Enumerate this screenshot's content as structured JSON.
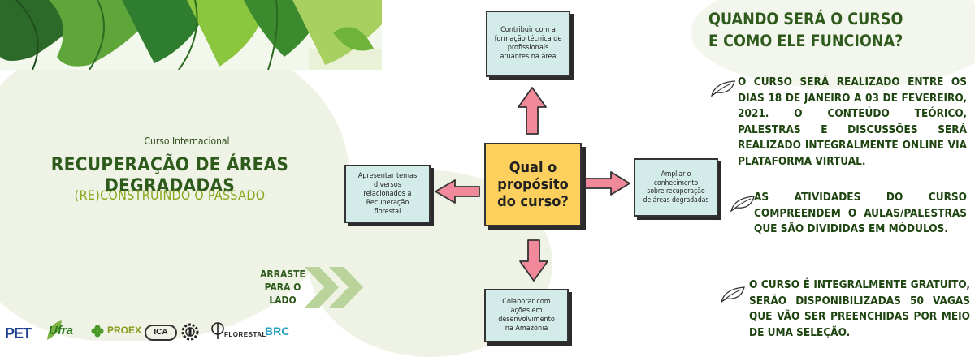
{
  "course": {
    "kind": "Curso Internacional",
    "title": "RECUPERAÇÃO DE ÁREAS DEGRADADAS",
    "subtitle": "(RE)CONSTRUINDO O PASSADO"
  },
  "swipe": {
    "lines": [
      "ARRASTE",
      "PARA O",
      "LADO"
    ],
    "icon": "double-chevron-right-icon"
  },
  "mindmap": {
    "center_lines": [
      "Qual o",
      "propósito",
      "do curso?"
    ],
    "top_lines": [
      "Contribuir com a",
      "formação técnica de",
      "profissionais",
      "atuantes na área"
    ],
    "left_lines": [
      "Apresentar temas",
      "diversos",
      "relacionados a",
      "Recuperação",
      "florestal"
    ],
    "right_lines": [
      "Ampliar o",
      "conhecimento",
      "sobre recuperação",
      "de áreas degradadas"
    ],
    "bottom_lines": [
      "Colaborar com",
      "ações em",
      "desenvolvimento",
      "na Amazônia"
    ]
  },
  "info": {
    "heading_lines": [
      "QUANDO SERÁ O CURSO",
      "E COMO ELE FUNCIONA?"
    ],
    "paragraphs": [
      "O CURSO SERÁ REALIZADO ENTRE OS DIAS 18 DE JANEIRO A 03 DE FEVEREIRO, 2021. O CONTEÚDO TEÓRICO, PALESTRAS E DISCUSSÕES SERÁ REALIZADO INTEGRALMENTE ONLINE VIA PLATAFORMA VIRTUAL.",
      "AS ATIVIDADES DO CURSO COMPREENDEM O AULAS/PALESTRAS QUE SÃO DIVIDIDAS EM MÓDULOS.",
      "O CURSO É INTEGRALMENTE GRATUITO, SERÃO DISPONIBILIZADAS 50 VAGAS QUE VÃO SER PREENCHIDAS POR MEIO DE UMA SELEÇÃO."
    ],
    "bullet_icon": "leaf-outline-icon"
  },
  "logos": {
    "pet": "PET",
    "ufra": "Ufra",
    "proex": "PROEX",
    "ica": "ICA",
    "pet_florestal": "FLORESTAL",
    "brc": "BRC"
  },
  "colors": {
    "title_green": "#2e5a1c",
    "subtitle_olive": "#8ca51a",
    "center_yellow": "#fdcf5c",
    "card_teal": "#d4ece9",
    "arrow_pink": "#f08a9a"
  }
}
